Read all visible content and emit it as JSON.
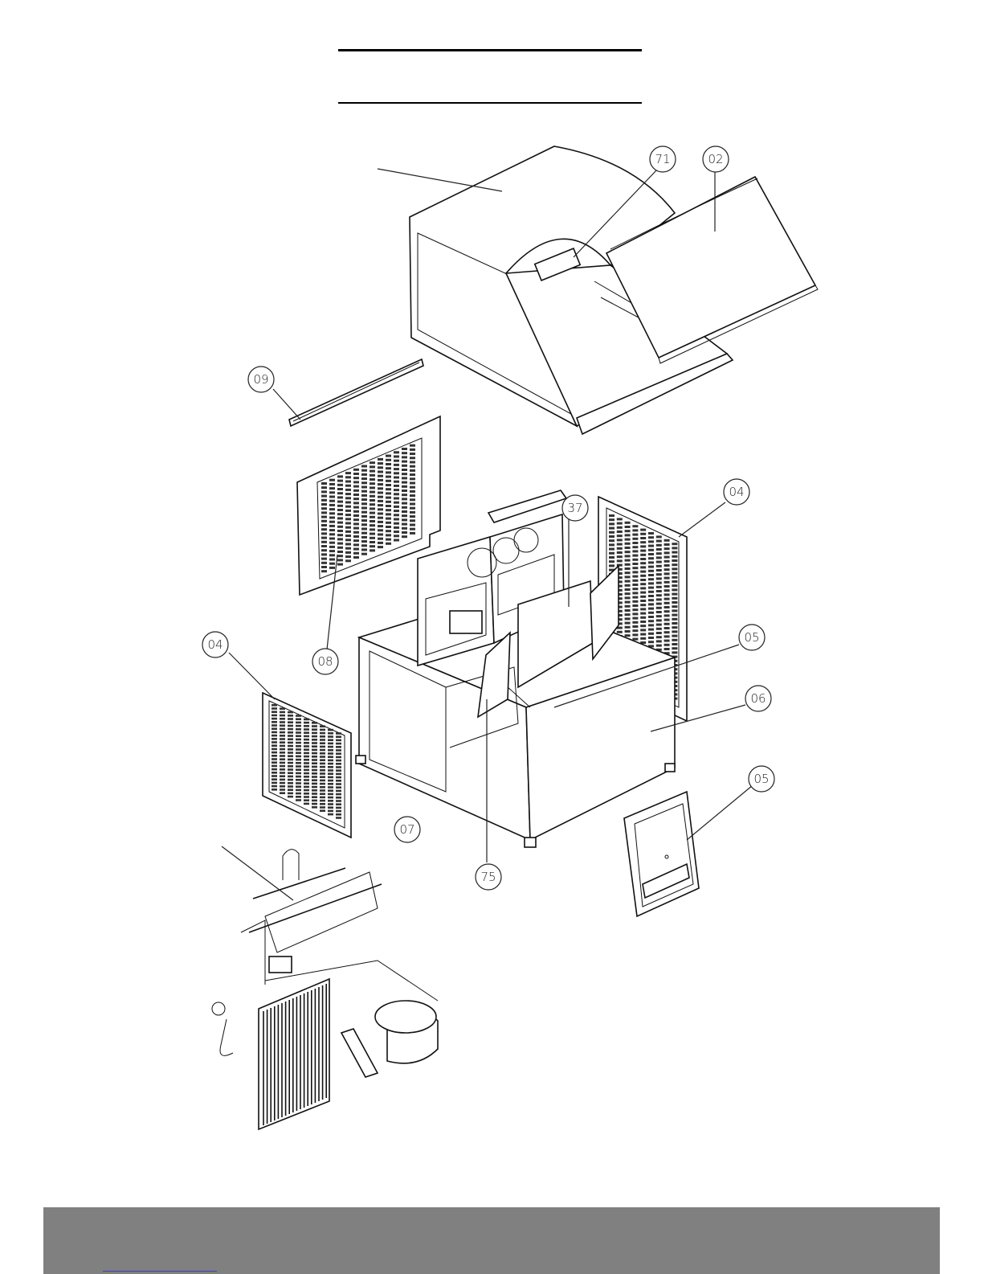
{
  "callouts": [
    {
      "id": "c71",
      "label": "71"
    },
    {
      "id": "c02",
      "label": "02"
    },
    {
      "id": "c09",
      "label": "09"
    },
    {
      "id": "c04a",
      "label": "04"
    },
    {
      "id": "c37",
      "label": "37"
    },
    {
      "id": "c05a",
      "label": "05"
    },
    {
      "id": "c04b",
      "label": "04"
    },
    {
      "id": "c08",
      "label": "08"
    },
    {
      "id": "c06",
      "label": "06"
    },
    {
      "id": "c05b",
      "label": "05"
    },
    {
      "id": "c07",
      "label": "07"
    },
    {
      "id": "c75",
      "label": "75"
    }
  ],
  "colors": {
    "footer_band": "#808080",
    "footer_link": "#2a3cff",
    "line": "#111111"
  }
}
